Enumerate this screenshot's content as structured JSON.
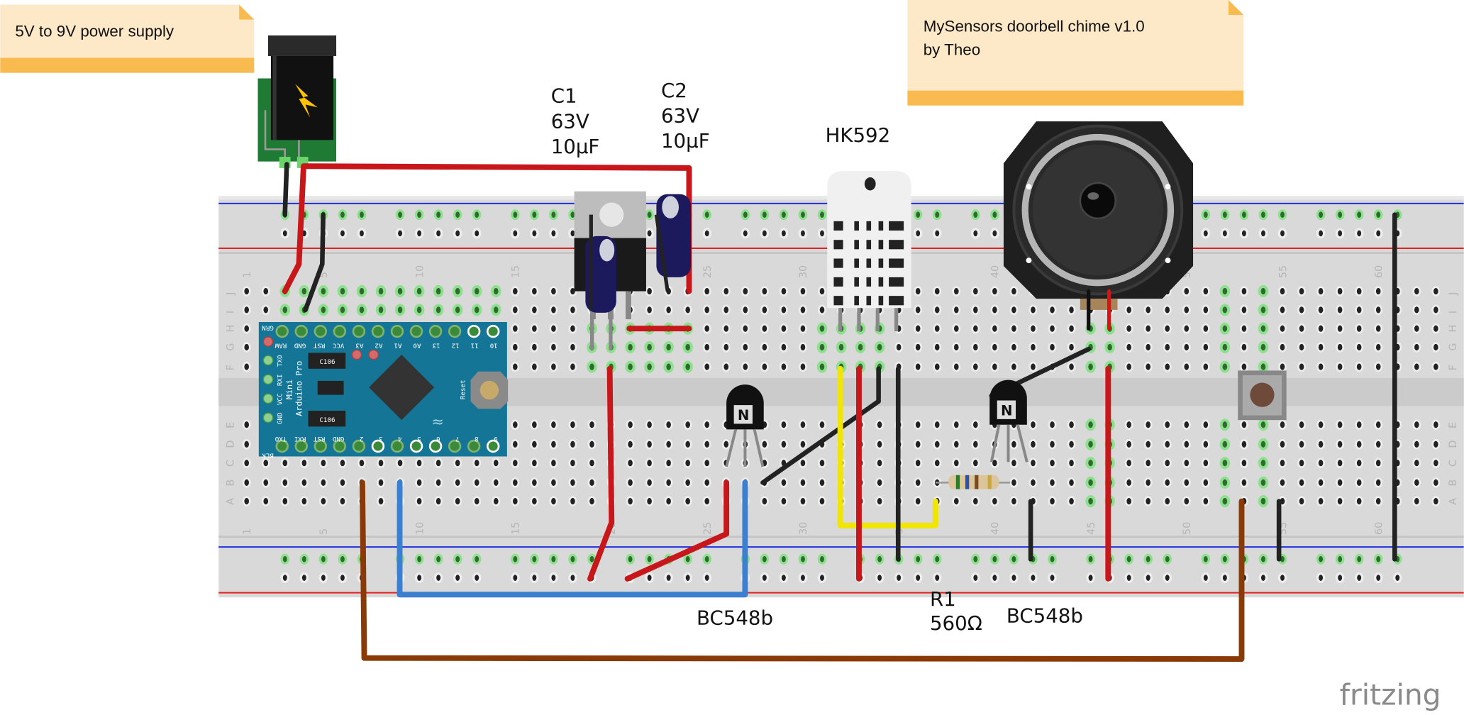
{
  "notes": {
    "power": "5V to 9V power supply",
    "title_line1": "MySensors doorbell chime v1.0",
    "title_line2": "by Theo"
  },
  "labels": {
    "c1": [
      "C1",
      "63V",
      "10µF"
    ],
    "c2": [
      "C2",
      "63V",
      "10µF"
    ],
    "sensor": "HK592",
    "transistor1": "BC548b",
    "transistor2": "BC548b",
    "r1": [
      "R1",
      "560Ω"
    ]
  },
  "breadboard": {
    "rows_top": [
      "J",
      "I",
      "H",
      "G",
      "F"
    ],
    "rows_bottom": [
      "E",
      "D",
      "C",
      "B",
      "A"
    ],
    "column_numbers": [
      "1",
      "5",
      "10",
      "15",
      "20",
      "25",
      "30",
      "35",
      "40",
      "45",
      "50",
      "55",
      "60"
    ]
  },
  "arduino": {
    "name": [
      "Arduino Pro",
      "Mini"
    ],
    "top_pins": [
      "GRN",
      "RAW",
      "GND",
      "RST",
      "VCC",
      "A3",
      "A2",
      "A1",
      "A0",
      "13",
      "12",
      "11",
      "10"
    ],
    "bottom_pins": [
      "BLK",
      "TXO",
      "RXI",
      "RST",
      "GND",
      "2",
      "3",
      "4",
      "5",
      "6",
      "7",
      "8",
      "9"
    ],
    "side_pins": [
      "TXO",
      "RXI",
      "VCC",
      "GND"
    ],
    "chip_label": "C106",
    "reset_label": "Reset"
  },
  "transistor_mark": "N",
  "logo": "fritzing",
  "colors": {
    "note_bg": "#fde8c8",
    "note_band": "#f9bb50",
    "breadboard": "#d9d9d9",
    "arduino": "#157597",
    "wire_red": "#c8171a",
    "wire_black": "#222222",
    "wire_blue": "#3a7fd0",
    "wire_yellow": "#f2e600",
    "wire_brown": "#8a3a06"
  }
}
